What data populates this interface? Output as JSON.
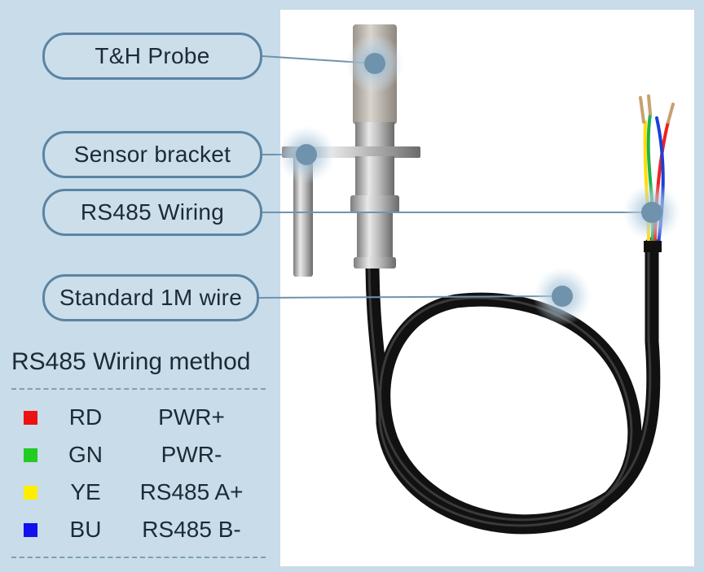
{
  "callouts": {
    "probe": "T&H Probe",
    "bracket": "Sensor bracket",
    "wiring": "RS485 Wiring",
    "wire": "Standard 1M wire"
  },
  "legend": {
    "title": "RS485 Wiring method",
    "rows": [
      {
        "code": "RD",
        "function": "PWR+",
        "color": "#ee1111"
      },
      {
        "code": "GN",
        "function": "PWR-",
        "color": "#22cc22"
      },
      {
        "code": "YE",
        "function": "RS485 A+",
        "color": "#ffee00"
      },
      {
        "code": "BU",
        "function": "RS485 B-",
        "color": "#1111ee"
      }
    ]
  },
  "colors": {
    "panel_background": "#c8dce9",
    "callout_border": "#5b84a3",
    "callout_line": "#6f93ad",
    "cable": "#111111"
  }
}
